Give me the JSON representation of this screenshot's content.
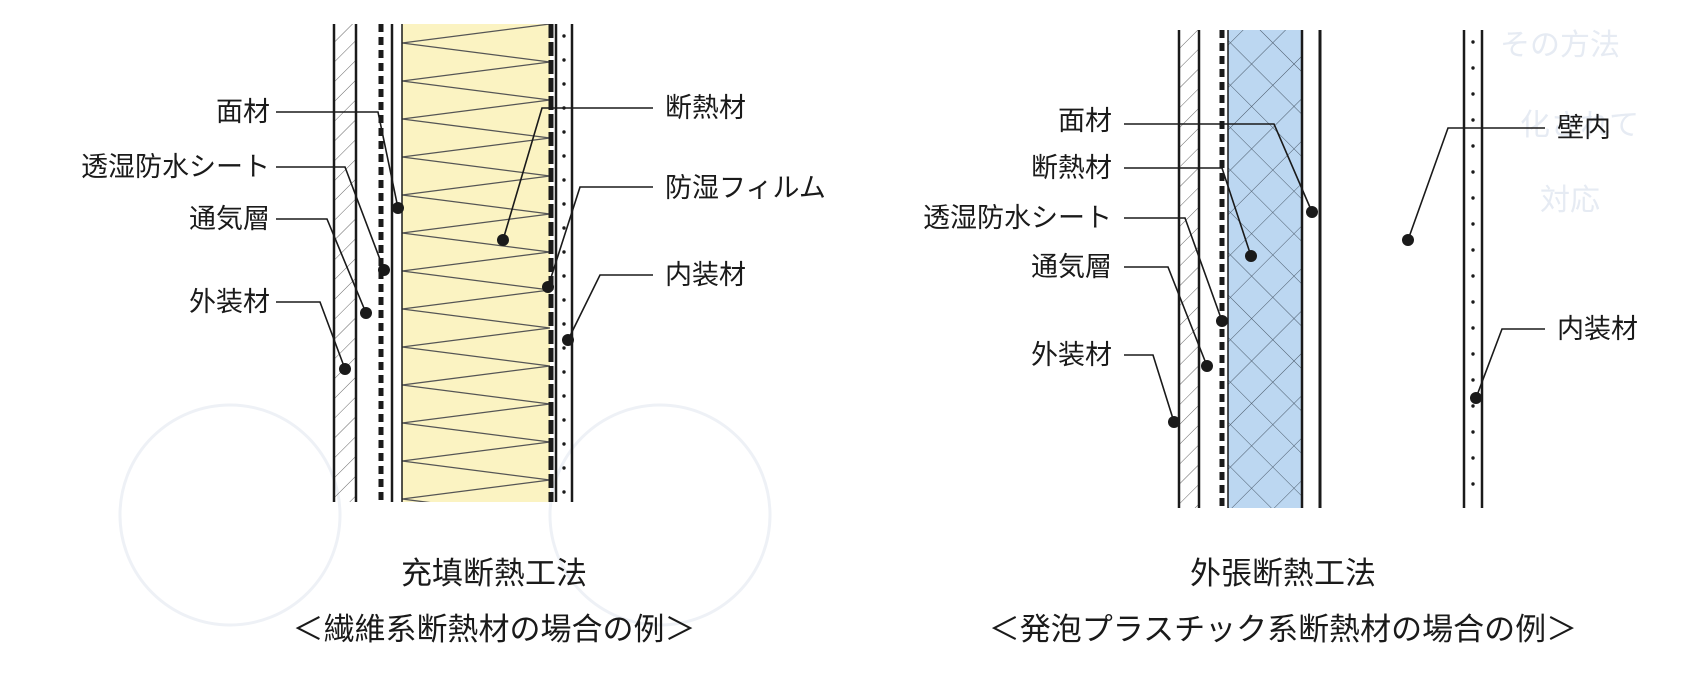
{
  "left_diagram": {
    "labels": {
      "face_material": "面材",
      "moisture_permeable_sheet": "透湿防水シート",
      "ventilation_layer": "通気層",
      "exterior_finish": "外装材",
      "insulation": "断熱材",
      "vapor_barrier_film": "防湿フィルム",
      "interior_finish": "内装材"
    },
    "caption_line1": "充填断熱工法",
    "caption_line2": "＜繊維系断熱材の場合の例＞",
    "insulation_color": "#fbf3c2"
  },
  "right_diagram": {
    "labels": {
      "face_material": "面材",
      "insulation": "断熱材",
      "moisture_permeable_sheet": "透湿防水シート",
      "ventilation_layer": "通気層",
      "exterior_finish": "外装材",
      "wall_interior": "壁内",
      "interior_finish": "内装材"
    },
    "caption_line1": "外張断熱工法",
    "caption_line2": "＜発泡プラスチック系断熱材の場合の例＞",
    "insulation_color": "#bcd7f1"
  },
  "colors": {
    "line": "#1a1a1a",
    "background": "#ffffff"
  }
}
